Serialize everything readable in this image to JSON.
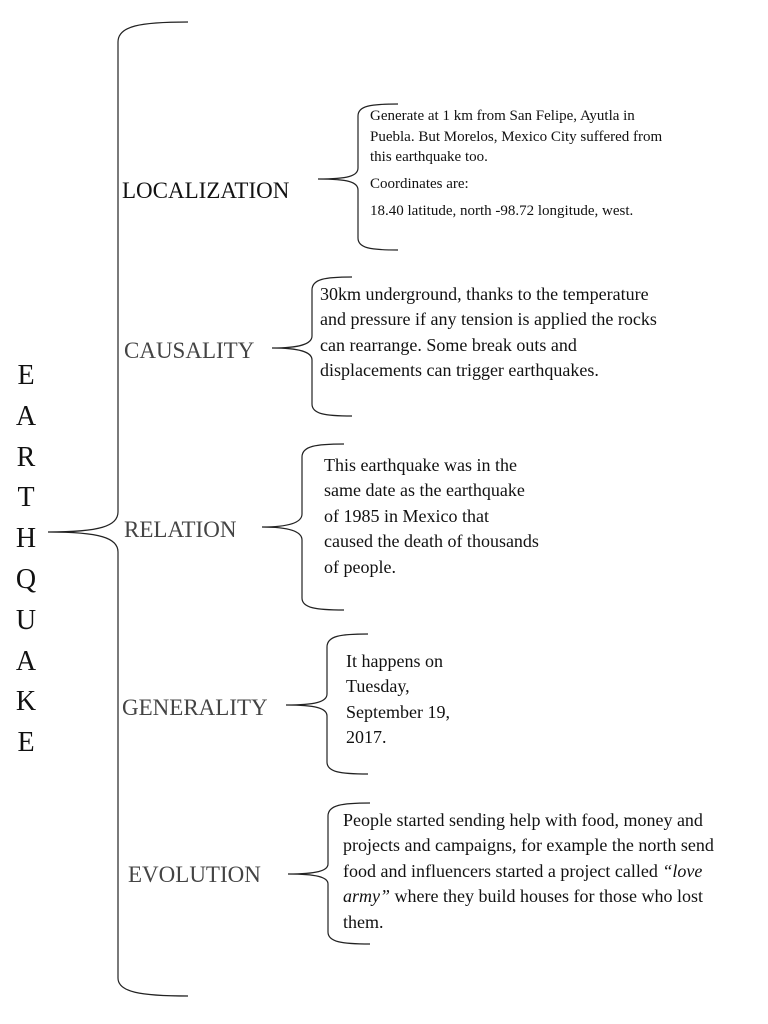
{
  "title_letters": [
    "E",
    "A",
    "R",
    "T",
    "H",
    "Q",
    "U",
    "A",
    "K",
    "E"
  ],
  "categories": {
    "localization": {
      "label": "LOCALIZATION",
      "paragraphs": [
        "Generate at 1 km from San Felipe, Ayutla in Puebla. But Morelos, Mexico City suffered from this earthquake too.",
        "Coordinates are:",
        "18.40 latitude, north -98.72 longitude, west."
      ]
    },
    "causality": {
      "label": "CAUSALITY",
      "text": "30km underground, thanks to the temperature and pressure if any tension is applied the rocks can rearrange. Some break outs and displacements can trigger earthquakes."
    },
    "relation": {
      "label": "RELATION",
      "text": "This earthquake was in the same date as the earthquake of 1985 in Mexico that caused the death of thousands of people."
    },
    "generality": {
      "label": "GENERALITY",
      "text": "It happens on Tuesday, September 19, 2017."
    },
    "evolution": {
      "label": "EVOLUTION",
      "text_before": "People started sending help with food, money and projects and campaigns, for example the north send food and influencers started a project called ",
      "text_emphasis": "“love army”",
      "text_after": " where they build houses for those who lost them."
    }
  }
}
